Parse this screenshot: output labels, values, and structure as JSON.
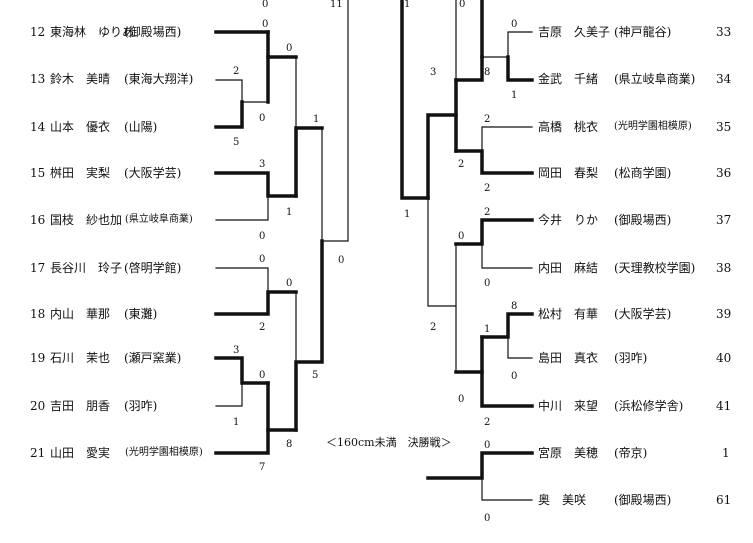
{
  "left_entries": [
    {
      "seed": "12",
      "name": "東海林　ゆりあ",
      "school": "(御殿場西)"
    },
    {
      "seed": "13",
      "name": "鈴木　美晴",
      "school": "(東海大翔洋)"
    },
    {
      "seed": "14",
      "name": "山本　優衣",
      "school": "(山陽)"
    },
    {
      "seed": "15",
      "name": "桝田　実梨",
      "school": "(大阪学芸)"
    },
    {
      "seed": "16",
      "name": "国枝　紗也加",
      "school": "(県立岐阜商業)"
    },
    {
      "seed": "17",
      "name": "長谷川　玲子",
      "school": "(啓明学館)"
    },
    {
      "seed": "18",
      "name": "内山　華那",
      "school": "(東灘)"
    },
    {
      "seed": "19",
      "name": "石川　茉也",
      "school": "(瀬戸窯業)"
    },
    {
      "seed": "20",
      "name": "吉田　朋香",
      "school": "(羽咋)"
    },
    {
      "seed": "21",
      "name": "山田　愛実",
      "school": "(光明学園相模原)"
    }
  ],
  "right_entries": [
    {
      "name": "吉原　久美子",
      "school": "(神戸龍谷)",
      "seed": "33"
    },
    {
      "name": "金武　千緒",
      "school": "(県立岐阜商業)",
      "seed": "34"
    },
    {
      "name": "高橋　桃衣",
      "school": "(光明学園相模原)",
      "seed": "35"
    },
    {
      "name": "岡田　春梨",
      "school": "(松商学園)",
      "seed": "36"
    },
    {
      "name": "今井　りか",
      "school": "(御殿場西)",
      "seed": "37"
    },
    {
      "name": "内田　麻結",
      "school": "(天理教校学園)",
      "seed": "38"
    },
    {
      "name": "松村　有華",
      "school": "(大阪学芸)",
      "seed": "39"
    },
    {
      "name": "島田　真衣",
      "school": "(羽咋)",
      "seed": "40"
    },
    {
      "name": "中川　来望",
      "school": "(浜松修学舎)",
      "seed": "41"
    },
    {
      "name": "宮原　美穂",
      "school": "(帝京)",
      "seed": "1"
    },
    {
      "name": "奥　美咲",
      "school": "(御殿場西)",
      "seed": "61"
    }
  ],
  "scores": {
    "s_top0": "0",
    "s_top11": "11",
    "s_top1": "1",
    "s_top0r": "0",
    "s_a1": "0",
    "s_a2": "0",
    "s_b1": "2",
    "s_b2": "0",
    "s_b3": "5",
    "s_c1": "1",
    "s_d1": "3",
    "s_d2": "1",
    "s_d3": "0",
    "s_e1": "0",
    "s_f1": "0",
    "s_f2": "0",
    "s_f3": "2",
    "s_g1": "3",
    "s_g2": "0",
    "s_g3": "1",
    "s_h1": "8",
    "s_h2": "7",
    "s_i1": "5",
    "r_a1": "0",
    "r_a2": "8",
    "r_a3": "1",
    "r_b1": "3",
    "r_c1": "2",
    "r_c2": "2",
    "r_c3": "2",
    "r_d1": "1",
    "r_e1": "2",
    "r_e2": "0",
    "r_e3": "0",
    "r_f1": "2",
    "r_g1": "8",
    "r_g2": "1",
    "r_g3": "0",
    "r_h1": "0",
    "r_h2": "2",
    "r_i1": "0",
    "r_i2": "0"
  },
  "final_title": "＜160cm未満　決勝戦＞"
}
